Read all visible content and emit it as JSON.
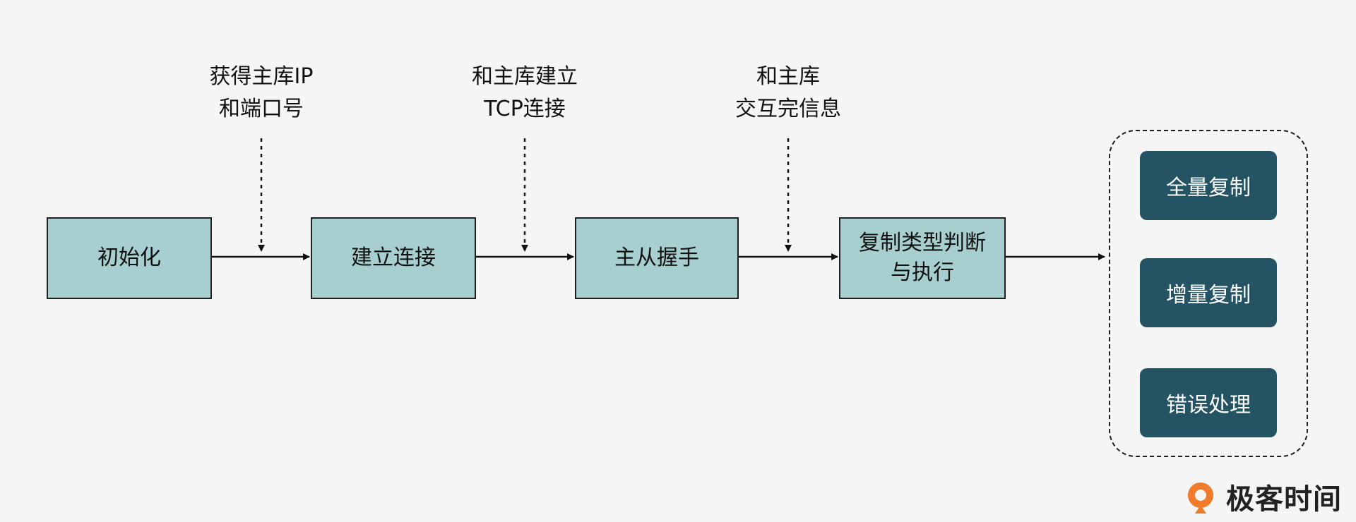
{
  "steps": [
    {
      "label": "初始化"
    },
    {
      "label": "建立连接"
    },
    {
      "label": "主从握手"
    },
    {
      "label": "复制类型判断\n与执行"
    }
  ],
  "annotations": [
    {
      "label": "获得主库IP\n和端口号"
    },
    {
      "label": "和主库建立\nTCP连接"
    },
    {
      "label": "和主库\n交互完信息"
    }
  ],
  "replication_types": [
    {
      "label": "全量复制"
    },
    {
      "label": "增量复制"
    },
    {
      "label": "错误处理"
    }
  ],
  "brand": {
    "text": "极客时间",
    "icon": "geektime-logo-icon"
  },
  "colors": {
    "step_fill": "#a7cfcf",
    "type_fill": "#245363",
    "logo_orange": "#f07b2b"
  }
}
